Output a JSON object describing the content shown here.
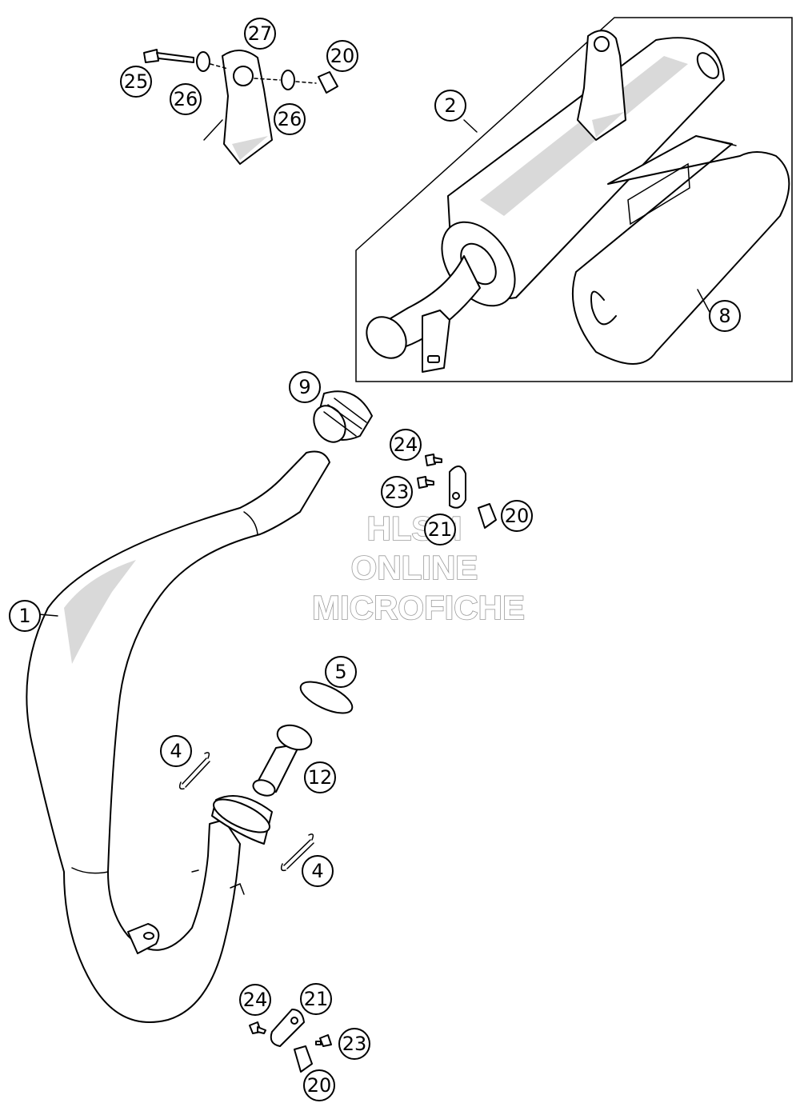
{
  "callouts": [
    {
      "id": "c27",
      "label": "27"
    },
    {
      "id": "c25",
      "label": "25"
    },
    {
      "id": "c26a",
      "label": "26"
    },
    {
      "id": "c26b",
      "label": "26"
    },
    {
      "id": "c20a",
      "label": "20"
    },
    {
      "id": "c2",
      "label": "2"
    },
    {
      "id": "c8",
      "label": "8"
    },
    {
      "id": "c9",
      "label": "9"
    },
    {
      "id": "c24a",
      "label": "24"
    },
    {
      "id": "c23a",
      "label": "23"
    },
    {
      "id": "c20b",
      "label": "20"
    },
    {
      "id": "c21a",
      "label": "21"
    },
    {
      "id": "c1",
      "label": "1"
    },
    {
      "id": "c5",
      "label": "5"
    },
    {
      "id": "c4a",
      "label": "4"
    },
    {
      "id": "c12",
      "label": "12"
    },
    {
      "id": "c4b",
      "label": "4"
    },
    {
      "id": "c24b",
      "label": "24"
    },
    {
      "id": "c21b",
      "label": "21"
    },
    {
      "id": "c23b",
      "label": "23"
    },
    {
      "id": "c20c",
      "label": "20"
    }
  ],
  "watermark": {
    "line1": "HLSM",
    "line2": "ONLINE",
    "line3": "MICROFICHE"
  }
}
